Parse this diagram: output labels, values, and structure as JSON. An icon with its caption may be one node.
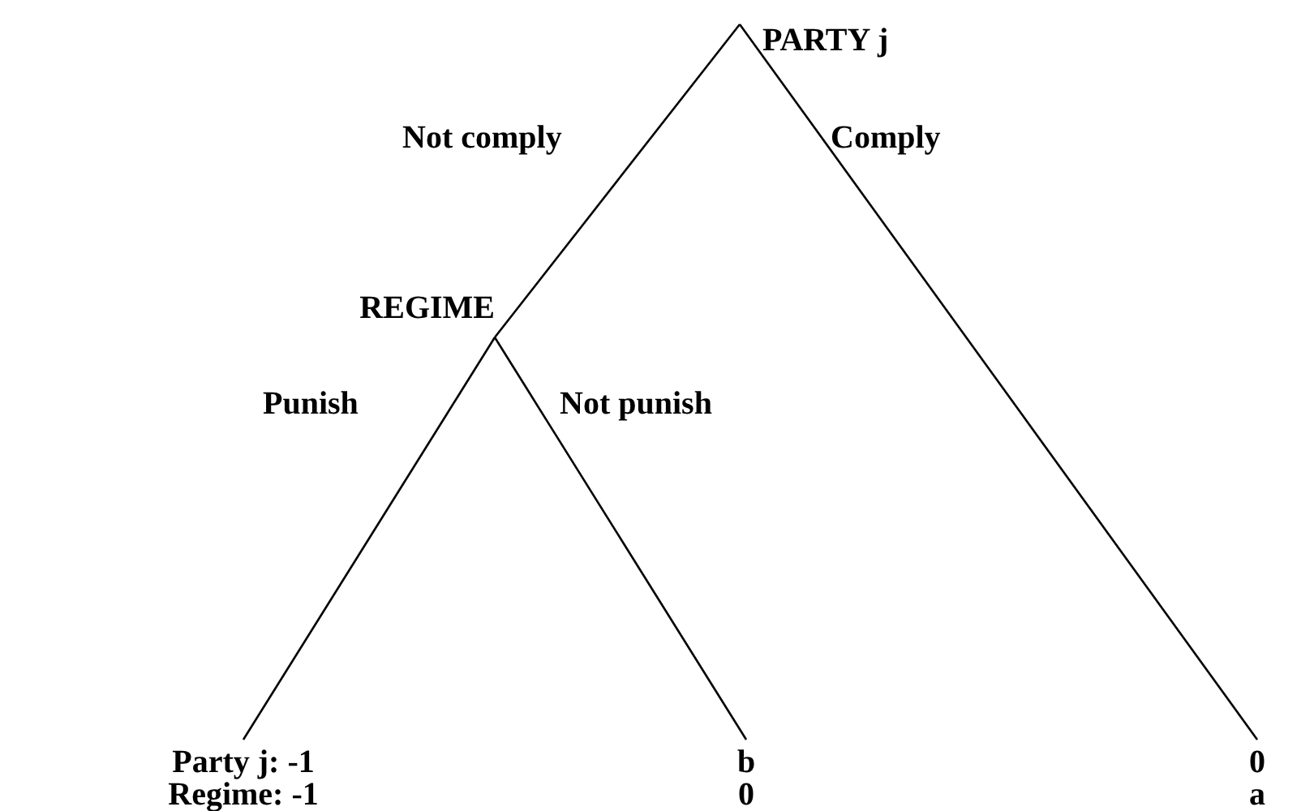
{
  "diagram": {
    "nodes": [
      {
        "text": [
          "PARTY j"
        ]
      },
      {
        "text": [
          "REGIME"
        ]
      },
      {
        "text": [
          "Party j: -1",
          "Regime: -1"
        ]
      },
      {
        "text": [
          "b",
          "0"
        ]
      },
      {
        "text": [
          "0",
          "a"
        ]
      }
    ],
    "edges": [
      {
        "from": 0,
        "to": 1,
        "arrow": "none",
        "label": "Not comply"
      },
      {
        "from": 0,
        "to": 4,
        "arrow": "none",
        "label": "Comply"
      },
      {
        "from": 1,
        "to": 2,
        "arrow": "none",
        "label": "Punish"
      },
      {
        "from": 1,
        "to": 3,
        "arrow": "none",
        "label": "Not punish"
      }
    ]
  }
}
